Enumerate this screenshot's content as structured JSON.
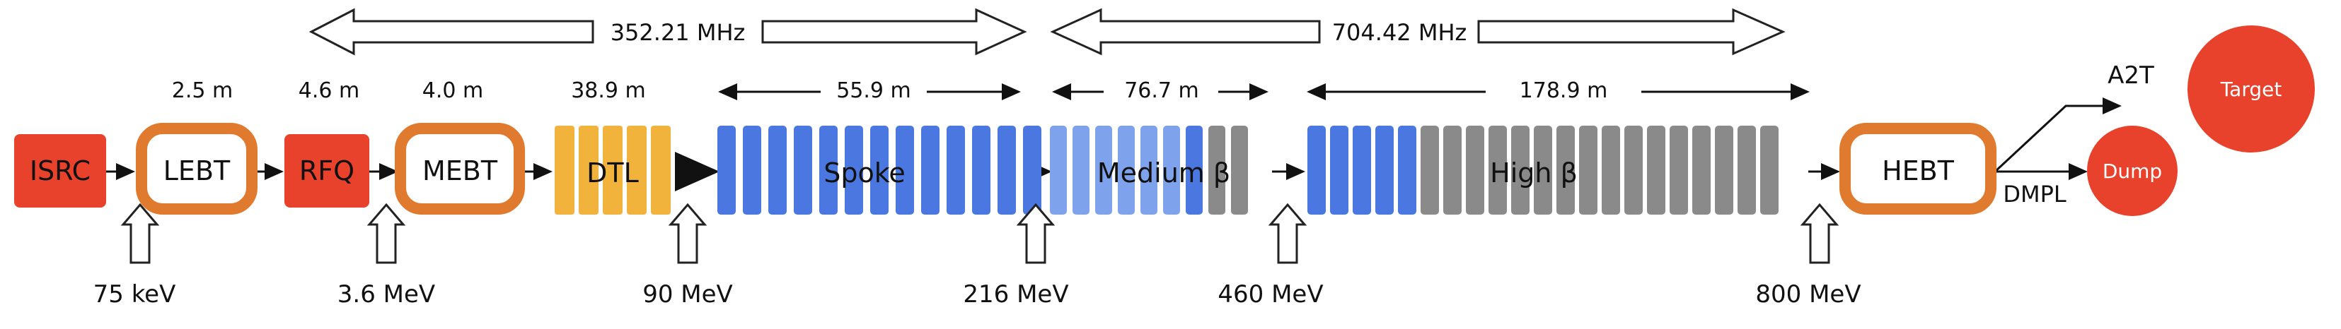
{
  "frequencies": {
    "low": "352.21 MHz",
    "high": "704.42 MHz"
  },
  "lengths": {
    "lebt": "2.5 m",
    "rfq": "4.6 m",
    "mebt": "4.0 m",
    "dtl": "38.9 m",
    "spoke": "55.9 m",
    "medium": "76.7 m",
    "high": "178.9 m"
  },
  "sections": {
    "isrc": "ISRC",
    "lebt": "LEBT",
    "rfq": "RFQ",
    "mebt": "MEBT",
    "dtl": "DTL",
    "spoke": "Spoke",
    "medium": "Medium β",
    "high": "High β",
    "hebt": "HEBT",
    "dmpl": "DMPL",
    "a2t": "A2T",
    "target": "Target",
    "dump": "Dump"
  },
  "energies": {
    "e1": "75 keV",
    "e2": "3.6 MeV",
    "e3": "90 MeV",
    "e4": "216 MeV",
    "e5": "460 MeV",
    "e6": "800 MeV"
  },
  "colors": {
    "source_red": "#e8412c",
    "transport_orange": "#e07a2e",
    "dtl_yellow": "#f2b33d",
    "spoke_blue": "#4a78e0",
    "medium_blue": "#7ea3ec",
    "grey": "#8a8a8a"
  }
}
